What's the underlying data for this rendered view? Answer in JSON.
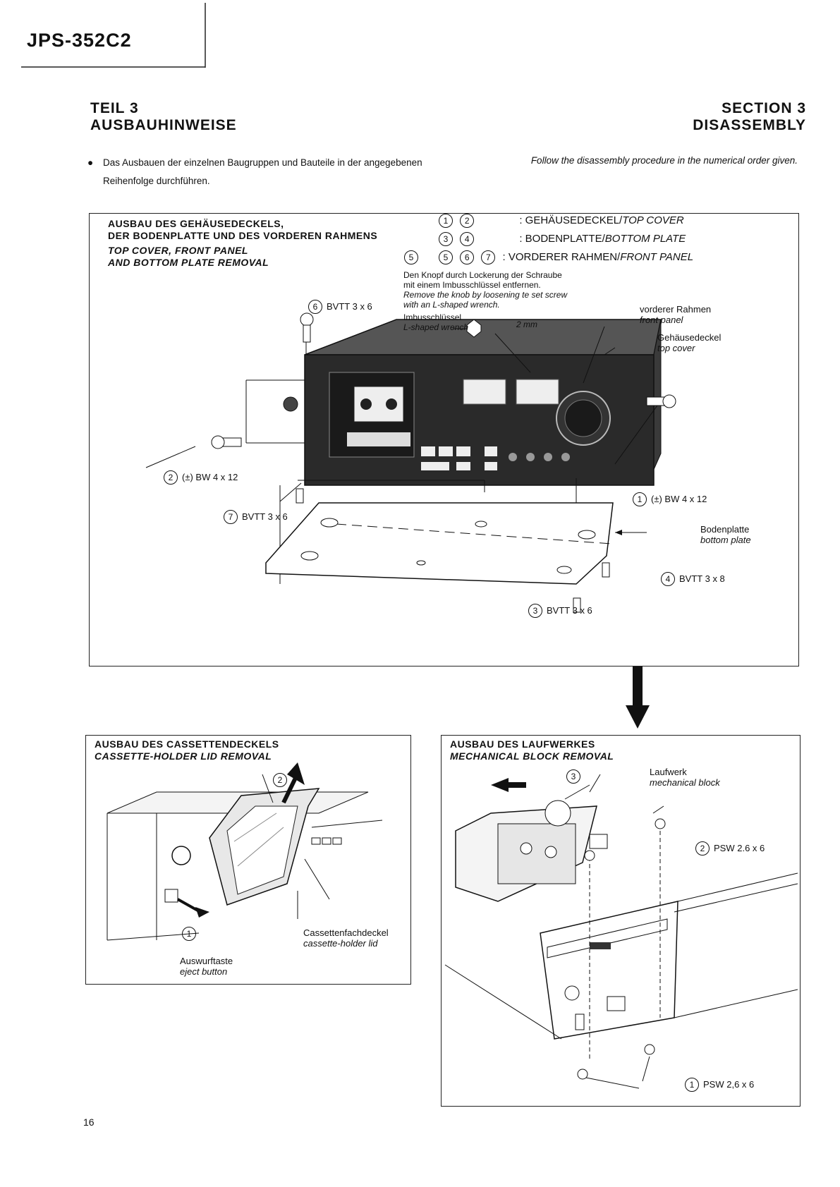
{
  "header": {
    "model": "JPS-352C2"
  },
  "section": {
    "de_line1": "TEIL 3",
    "de_line2": "AUSBAUHINWEISE",
    "en_line1": "SECTION 3",
    "en_line2": "DISASSEMBLY"
  },
  "intro": {
    "de_bullet": "●",
    "de_text": "Das Ausbauen der einzelnen Baugruppen und Bauteile in der angegebenen Reihenfolge durchführen.",
    "en_text": "Follow the disassembly procedure in the numerical order given."
  },
  "panel1": {
    "title_de_1": "AUSBAU DES GEHÄUSEDECKELS,",
    "title_de_2": "DER BODENPLATTE UND DES VORDEREN RAHMENS",
    "title_en_1": "TOP COVER, FRONT PANEL",
    "title_en_2": "AND BOTTOM PLATE REMOVAL",
    "legend": [
      {
        "nums": [
          "1",
          "2"
        ],
        "text": ": GEHÄUSEDECKEL/",
        "text_en": "TOP COVER"
      },
      {
        "nums": [
          "3",
          "4"
        ],
        "text": ": BODENPLATTE/",
        "text_en": "BOTTOM PLATE"
      },
      {
        "nums": [
          "5",
          "6",
          "7"
        ],
        "text": ": VORDERER RAHMEN/",
        "text_en": "FRONT PANEL"
      }
    ],
    "step5_num": "5",
    "knob_de_1": "Den Knopf durch Lockerung der Schraube",
    "knob_de_2": "mit einem Imbusschlüssel entfernen.",
    "knob_en_1": "Remove the knob by loosening te set screw",
    "knob_en_2": "with an L-shaped wrench.",
    "wrench_de": "Imbusschlüssel",
    "wrench_en": "L-shaped wrench",
    "wrench_size": "2 mm",
    "front_panel_de": "vorderer Rahmen",
    "front_panel_en": "front panel",
    "top_cover_de": "Gehäusedeckel",
    "top_cover_en": "top cover",
    "bottom_plate_de": "Bodenplatte",
    "bottom_plate_en": "bottom plate",
    "screws": [
      {
        "num": "6",
        "label": "BVTT 3 x 6"
      },
      {
        "num": "2",
        "label": "(±) BW 4 x 12"
      },
      {
        "num": "1",
        "label": "(±) BW 4 x 12"
      },
      {
        "num": "7",
        "label": "BVTT 3 x 6"
      },
      {
        "num": "4",
        "label": "BVTT 3 x 8"
      },
      {
        "num": "3",
        "label": "BVTT 3 x 6"
      }
    ]
  },
  "panel2": {
    "title_de": "AUSBAU DES CASSETTENDECKELS",
    "title_en": "CASSETTE-HOLDER LID REMOVAL",
    "step1": "1",
    "step2": "2",
    "lid_de": "Cassettenfachdeckel",
    "lid_en": "cassette-holder lid",
    "eject_de": "Auswurftaste",
    "eject_en": "eject button"
  },
  "panel3": {
    "title_de": "AUSBAU DES LAUFWERKES",
    "title_en": "MECHANICAL BLOCK REMOVAL",
    "step3": "3",
    "block_de": "Laufwerk",
    "block_en": "mechanical block",
    "screw2_num": "2",
    "screw2": "PSW 2.6 x 6",
    "screw1_num": "1",
    "screw1": "PSW 2,6 x 6"
  },
  "footer": {
    "page_number": "16"
  }
}
